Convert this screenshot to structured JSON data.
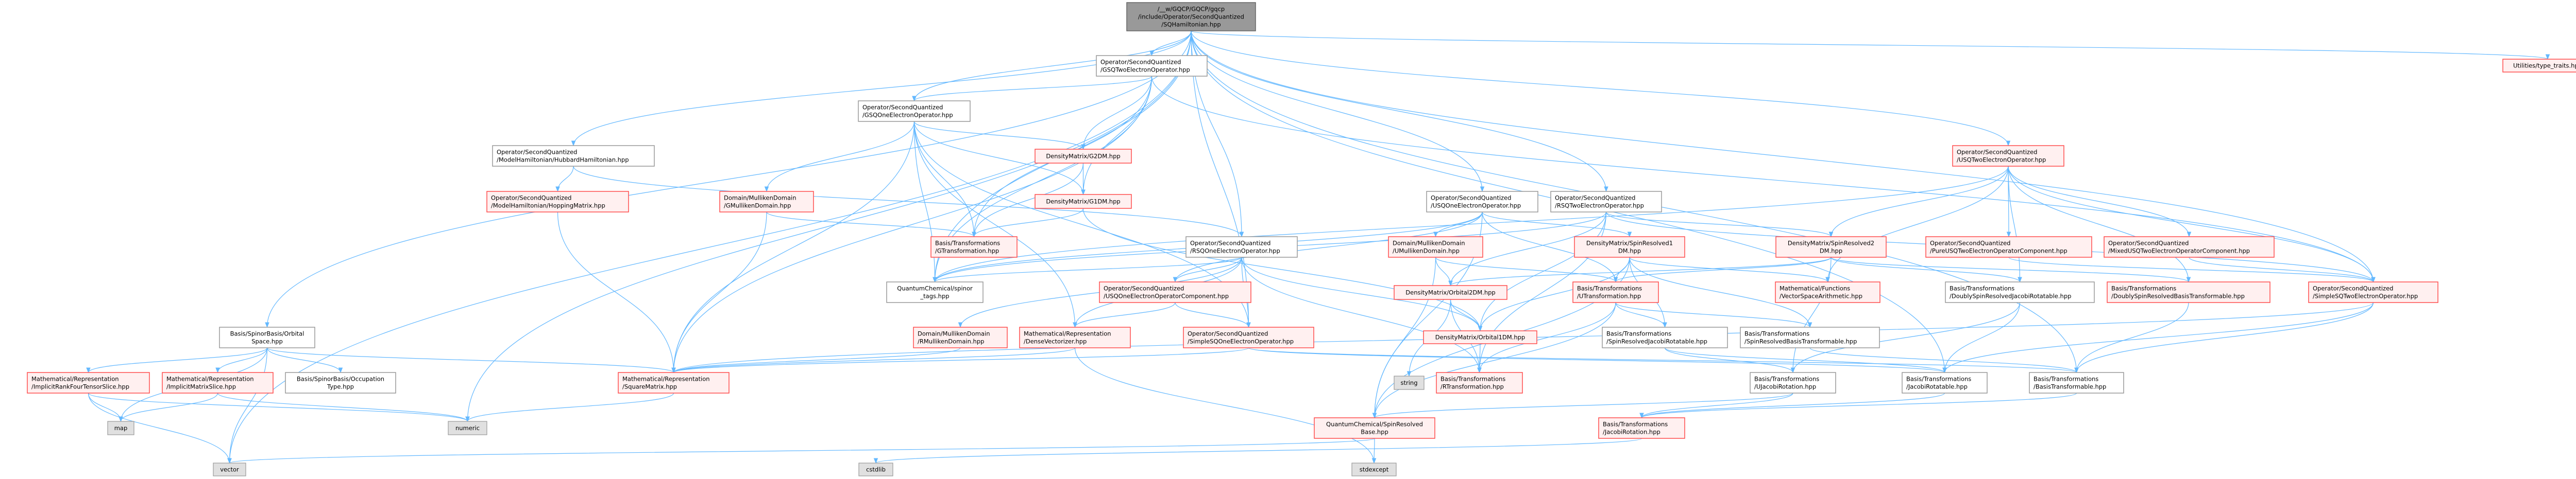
{
  "colors": {
    "edge": "#63b8ff",
    "root_fill": "#999999",
    "truncated_border": "#ff4d4d",
    "truncated_fill": "#fff0f0",
    "system_fill": "#e0e0e0"
  },
  "nodes": [
    {
      "id": "root",
      "style": "root",
      "lines": [
        "/__w/GQCP/GQCP/gqcp",
        "/include/Operator/SecondQuantized",
        "/SQHamiltonian.hpp"
      ]
    },
    {
      "id": "gsq2",
      "style": "white",
      "lines": [
        "Operator/SecondQuantized",
        "/GSQTwoElectronOperator.hpp"
      ]
    },
    {
      "id": "gsq1",
      "style": "white",
      "lines": [
        "Operator/SecondQuantized",
        "/GSQOneElectronOperator.hpp"
      ]
    },
    {
      "id": "hubbard",
      "style": "white",
      "lines": [
        "Operator/SecondQuantized",
        "/ModelHamiltonian/HubbardHamiltonian.hpp"
      ]
    },
    {
      "id": "g2dm",
      "style": "red",
      "lines": [
        "DensityMatrix/G2DM.hpp"
      ]
    },
    {
      "id": "usq2",
      "style": "red",
      "lines": [
        "Operator/SecondQuantized",
        "/USQTwoElectronOperator.hpp"
      ]
    },
    {
      "id": "hopping",
      "style": "red",
      "lines": [
        "Operator/SecondQuantized",
        "/ModelHamiltonian/HoppingMatrix.hpp"
      ]
    },
    {
      "id": "gmull",
      "style": "red",
      "lines": [
        "Domain/MullikenDomain",
        "/GMullikenDomain.hpp"
      ]
    },
    {
      "id": "g1dm",
      "style": "red",
      "lines": [
        "DensityMatrix/G1DM.hpp"
      ]
    },
    {
      "id": "usq1",
      "style": "white",
      "lines": [
        "Operator/SecondQuantized",
        "/USQOneElectronOperator.hpp"
      ]
    },
    {
      "id": "rsq2",
      "style": "white",
      "lines": [
        "Operator/SecondQuantized",
        "/RSQTwoElectronOperator.hpp"
      ]
    },
    {
      "id": "type_traits",
      "style": "red",
      "lines": [
        "Utilities/type_traits.hpp"
      ]
    },
    {
      "id": "gtrans",
      "style": "red",
      "lines": [
        "Basis/Transformations",
        "/GTransformation.hpp"
      ]
    },
    {
      "id": "rsq1",
      "style": "white",
      "lines": [
        "Operator/SecondQuantized",
        "/RSQOneElectronOperator.hpp"
      ]
    },
    {
      "id": "umull",
      "style": "red",
      "lines": [
        "Domain/MullikenDomain",
        "/UMullikenDomain.hpp"
      ]
    },
    {
      "id": "sr1dm",
      "style": "red",
      "lines": [
        "DensityMatrix/SpinResolved1",
        "DM.hpp"
      ]
    },
    {
      "id": "sr2dm",
      "style": "red",
      "lines": [
        "DensityMatrix/SpinResolved2",
        "DM.hpp"
      ]
    },
    {
      "id": "pureusq",
      "style": "red",
      "lines": [
        "Operator/SecondQuantized",
        "/PureUSQTwoElectronOperatorComponent.hpp"
      ]
    },
    {
      "id": "mixedusq",
      "style": "red",
      "lines": [
        "Operator/SecondQuantized",
        "/MixedUSQTwoElectronOperatorComponent.hpp"
      ]
    },
    {
      "id": "spinor_tags",
      "style": "white",
      "lines": [
        "QuantumChemical/spinor",
        "_tags.hpp"
      ]
    },
    {
      "id": "usq1comp",
      "style": "red",
      "lines": [
        "Operator/SecondQuantized",
        "/USQOneElectronOperatorComponent.hpp"
      ]
    },
    {
      "id": "orb2dm",
      "style": "red",
      "lines": [
        "DensityMatrix/Orbital2DM.hpp"
      ]
    },
    {
      "id": "utrans",
      "style": "red",
      "lines": [
        "Basis/Transformations",
        "/UTransformation.hpp"
      ]
    },
    {
      "id": "vsa",
      "style": "red",
      "lines": [
        "Mathematical/Functions",
        "/VectorSpaceArithmetic.hpp"
      ]
    },
    {
      "id": "dsrjr",
      "style": "white",
      "lines": [
        "Basis/Transformations",
        "/DoublySpinResolvedJacobiRotatable.hpp"
      ]
    },
    {
      "id": "dsrbt",
      "style": "red",
      "lines": [
        "Basis/Transformations",
        "/DoublySpinResolvedBasisTransformable.hpp"
      ]
    },
    {
      "id": "simple2",
      "style": "red",
      "lines": [
        "Operator/SecondQuantized",
        "/SimpleSQTwoElectronOperator.hpp"
      ]
    },
    {
      "id": "orbspace",
      "style": "white",
      "lines": [
        "Basis/SpinorBasis/Orbital",
        "Space.hpp"
      ]
    },
    {
      "id": "rmull",
      "style": "red",
      "lines": [
        "Domain/MullikenDomain",
        "/RMullikenDomain.hpp"
      ]
    },
    {
      "id": "densevec",
      "style": "red",
      "lines": [
        "Mathematical/Representation",
        "/DenseVectorizer.hpp"
      ]
    },
    {
      "id": "simple1",
      "style": "red",
      "lines": [
        "Operator/SecondQuantized",
        "/SimpleSQOneElectronOperator.hpp"
      ]
    },
    {
      "id": "orb1dm",
      "style": "red",
      "lines": [
        "DensityMatrix/Orbital1DM.hpp"
      ]
    },
    {
      "id": "srjr",
      "style": "white",
      "lines": [
        "Basis/Transformations",
        "/SpinResolvedJacobiRotatable.hpp"
      ]
    },
    {
      "id": "srbt",
      "style": "white",
      "lines": [
        "Basis/Transformations",
        "/SpinResolvedBasisTransformable.hpp"
      ]
    },
    {
      "id": "irank4",
      "style": "red",
      "lines": [
        "Mathematical/Representation",
        "/ImplicitRankFourTensorSlice.hpp"
      ]
    },
    {
      "id": "imslice",
      "style": "red",
      "lines": [
        "Mathematical/Representation",
        "/ImplicitMatrixSlice.hpp"
      ]
    },
    {
      "id": "occtype",
      "style": "white",
      "lines": [
        "Basis/SpinorBasis/Occupation",
        "Type.hpp"
      ]
    },
    {
      "id": "squarematrix",
      "style": "red",
      "lines": [
        "Mathematical/Representation",
        "/SquareMatrix.hpp"
      ]
    },
    {
      "id": "string",
      "style": "sys",
      "lines": [
        "string"
      ]
    },
    {
      "id": "rtrans",
      "style": "red",
      "lines": [
        "Basis/Transformations",
        "/RTransformation.hpp"
      ]
    },
    {
      "id": "ujacobi",
      "style": "white",
      "lines": [
        "Basis/Transformations",
        "/UJacobiRotation.hpp"
      ]
    },
    {
      "id": "jrotatable",
      "style": "white",
      "lines": [
        "Basis/Transformations",
        "/JacobiRotatable.hpp"
      ]
    },
    {
      "id": "btrans",
      "style": "white",
      "lines": [
        "Basis/Transformations",
        "/BasisTransformable.hpp"
      ]
    },
    {
      "id": "srbase",
      "style": "red",
      "lines": [
        "QuantumChemical/SpinResolved",
        "Base.hpp"
      ]
    },
    {
      "id": "jrotation",
      "style": "red",
      "lines": [
        "Basis/Transformations",
        "/JacobiRotation.hpp"
      ]
    },
    {
      "id": "map",
      "style": "sys",
      "lines": [
        "map"
      ]
    },
    {
      "id": "numeric",
      "style": "sys",
      "lines": [
        "numeric"
      ]
    },
    {
      "id": "vector",
      "style": "sys",
      "lines": [
        "vector"
      ]
    },
    {
      "id": "cstdlib",
      "style": "sys",
      "lines": [
        "cstdlib"
      ]
    },
    {
      "id": "stdexcept",
      "style": "sys",
      "lines": [
        "stdexcept"
      ]
    }
  ],
  "edges": [
    [
      "root",
      "gsq2"
    ],
    [
      "root",
      "gsq1"
    ],
    [
      "root",
      "hubbard"
    ],
    [
      "root",
      "orbspace"
    ],
    [
      "root",
      "rsq1"
    ],
    [
      "root",
      "usq1"
    ],
    [
      "root",
      "rsq2"
    ],
    [
      "root",
      "usq2"
    ],
    [
      "root",
      "spinor_tags"
    ],
    [
      "root",
      "numeric"
    ],
    [
      "root",
      "vector"
    ],
    [
      "root",
      "type_traits"
    ],
    [
      "root",
      "btrans"
    ],
    [
      "root",
      "jrotatable"
    ],
    [
      "root",
      "simple1"
    ],
    [
      "root",
      "simple2"
    ],
    [
      "gsq2",
      "gsq1"
    ],
    [
      "gsq2",
      "g2dm"
    ],
    [
      "gsq2",
      "g1dm"
    ],
    [
      "gsq2",
      "gtrans"
    ],
    [
      "gsq2",
      "spinor_tags"
    ],
    [
      "gsq2",
      "simple2"
    ],
    [
      "gsq2",
      "squarematrix"
    ],
    [
      "gsq1",
      "gmull"
    ],
    [
      "gsq1",
      "g2dm"
    ],
    [
      "gsq1",
      "g1dm"
    ],
    [
      "gsq1",
      "gtrans"
    ],
    [
      "gsq1",
      "spinor_tags"
    ],
    [
      "gsq1",
      "simple1"
    ],
    [
      "gsq1",
      "squarematrix"
    ],
    [
      "gsq1",
      "densevec"
    ],
    [
      "g2dm",
      "g1dm"
    ],
    [
      "g2dm",
      "gtrans"
    ],
    [
      "g1dm",
      "gtrans"
    ],
    [
      "g1dm",
      "orb1dm"
    ],
    [
      "gmull",
      "gtrans"
    ],
    [
      "gmull",
      "squarematrix"
    ],
    [
      "hubbard",
      "hopping"
    ],
    [
      "hubbard",
      "rsq1"
    ],
    [
      "hopping",
      "squarematrix"
    ],
    [
      "orbspace",
      "irank4"
    ],
    [
      "orbspace",
      "imslice"
    ],
    [
      "orbspace",
      "occtype"
    ],
    [
      "orbspace",
      "map"
    ],
    [
      "orbspace",
      "vector"
    ],
    [
      "orbspace",
      "squarematrix"
    ],
    [
      "irank4",
      "map"
    ],
    [
      "irank4",
      "vector"
    ],
    [
      "irank4",
      "numeric"
    ],
    [
      "imslice",
      "map"
    ],
    [
      "imslice",
      "numeric"
    ],
    [
      "squarematrix",
      "numeric"
    ],
    [
      "rsq1",
      "spinor_tags"
    ],
    [
      "rsq1",
      "usq1comp"
    ],
    [
      "rsq1",
      "rmull"
    ],
    [
      "rsq1",
      "densevec"
    ],
    [
      "rsq1",
      "simple1"
    ],
    [
      "rsq1",
      "orb1dm"
    ],
    [
      "rsq1",
      "rtrans"
    ],
    [
      "usq1comp",
      "densevec"
    ],
    [
      "usq1comp",
      "simple1"
    ],
    [
      "rmull",
      "squarematrix"
    ],
    [
      "densevec",
      "squarematrix"
    ],
    [
      "densevec",
      "stdexcept"
    ],
    [
      "simple1",
      "squarematrix"
    ],
    [
      "simple1",
      "btrans"
    ],
    [
      "simple1",
      "jrotatable"
    ],
    [
      "usq1",
      "umull"
    ],
    [
      "usq1",
      "sr1dm"
    ],
    [
      "usq1",
      "usq1comp"
    ],
    [
      "usq1",
      "spinor_tags"
    ],
    [
      "usq1",
      "utrans"
    ],
    [
      "usq1",
      "srbase"
    ],
    [
      "rsq2",
      "orb2dm"
    ],
    [
      "rsq2",
      "orb1dm"
    ],
    [
      "rsq2",
      "rtrans"
    ],
    [
      "rsq2",
      "simple2"
    ],
    [
      "rsq2",
      "spinor_tags"
    ],
    [
      "rsq2",
      "sr2dm"
    ],
    [
      "umull",
      "utrans"
    ],
    [
      "umull",
      "srbase"
    ],
    [
      "umull",
      "orb2dm"
    ],
    [
      "sr1dm",
      "orb1dm"
    ],
    [
      "sr1dm",
      "utrans"
    ],
    [
      "sr1dm",
      "srjr"
    ],
    [
      "sr1dm",
      "srbt"
    ],
    [
      "sr1dm",
      "vsa"
    ],
    [
      "sr1dm",
      "srbase"
    ],
    [
      "sr2dm",
      "orb2dm"
    ],
    [
      "sr2dm",
      "utrans"
    ],
    [
      "sr2dm",
      "dsrjr"
    ],
    [
      "sr2dm",
      "dsrbt"
    ],
    [
      "sr2dm",
      "ujacobi"
    ],
    [
      "orb2dm",
      "orb1dm"
    ],
    [
      "orb2dm",
      "rtrans"
    ],
    [
      "orb2dm",
      "string"
    ],
    [
      "orb1dm",
      "rtrans"
    ],
    [
      "utrans",
      "srjr"
    ],
    [
      "utrans",
      "srbt"
    ],
    [
      "utrans",
      "rtrans"
    ],
    [
      "utrans",
      "srbase"
    ],
    [
      "srjr",
      "ujacobi"
    ],
    [
      "srjr",
      "jrotatable"
    ],
    [
      "srbt",
      "btrans"
    ],
    [
      "ujacobi",
      "jrotation"
    ],
    [
      "ujacobi",
      "srbase"
    ],
    [
      "jrotatable",
      "jrotation"
    ],
    [
      "btrans",
      "jrotation"
    ],
    [
      "jrotation",
      "cstdlib"
    ],
    [
      "srbase",
      "stdexcept"
    ],
    [
      "srbase",
      "vector"
    ],
    [
      "usq2",
      "pureusq"
    ],
    [
      "usq2",
      "mixedusq"
    ],
    [
      "usq2",
      "dsrjr"
    ],
    [
      "usq2",
      "dsrbt"
    ],
    [
      "usq2",
      "simple2"
    ],
    [
      "usq2",
      "sr2dm"
    ],
    [
      "usq2",
      "spinor_tags"
    ],
    [
      "usq2",
      "vsa"
    ],
    [
      "pureusq",
      "simple2"
    ],
    [
      "mixedusq",
      "simple2"
    ],
    [
      "dsrjr",
      "jrotatable"
    ],
    [
      "dsrjr",
      "ujacobi"
    ],
    [
      "dsrbt",
      "btrans"
    ],
    [
      "simple2",
      "btrans"
    ],
    [
      "simple2",
      "jrotatable"
    ],
    [
      "simple2",
      "squarematrix"
    ]
  ]
}
